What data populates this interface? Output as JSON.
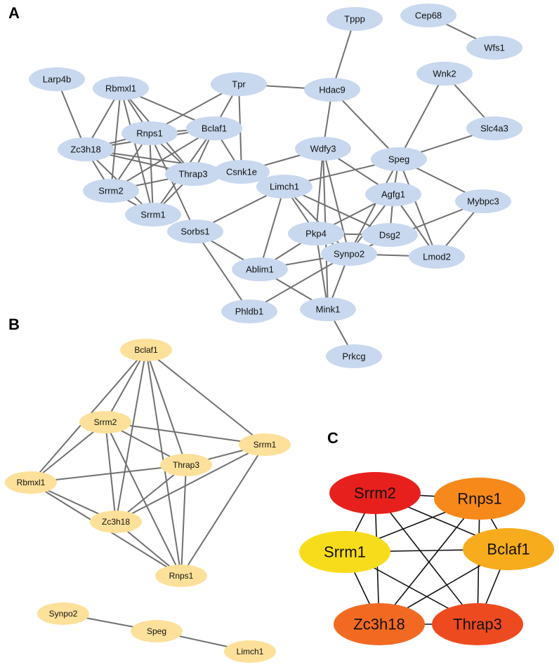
{
  "panels": [
    {
      "id": "A",
      "label": "A",
      "node_color": "#c8d8ee"
    },
    {
      "id": "B",
      "label": "B",
      "node_color": "#fde09a"
    },
    {
      "id": "C",
      "label": "C",
      "node_color": ""
    }
  ],
  "colors": {
    "edge_ab": "#707070",
    "edge_c": "#111111",
    "c_srrm2": "#e8201d",
    "c_rnps1": "#f6891a",
    "c_srrm1": "#f7dc1b",
    "c_bclaf1": "#f6ac1c",
    "c_zc3h18": "#f26a22",
    "c_thrap3": "#ee4a1f"
  },
  "networkA": {
    "nodes": [
      {
        "id": "Tppp",
        "label": "Tppp"
      },
      {
        "id": "Cep68",
        "label": "Cep68"
      },
      {
        "id": "Wfs1",
        "label": "Wfs1"
      },
      {
        "id": "Larp4b",
        "label": "Larp4b"
      },
      {
        "id": "Rbmxl1",
        "label": "Rbmxl1"
      },
      {
        "id": "Tpr",
        "label": "Tpr"
      },
      {
        "id": "Hdac9",
        "label": "Hdac9"
      },
      {
        "id": "Wnk2",
        "label": "Wnk2"
      },
      {
        "id": "Rnps1",
        "label": "Rnps1"
      },
      {
        "id": "Bclaf1",
        "label": "Bclaf1"
      },
      {
        "id": "Slc4a3",
        "label": "Slc4a3"
      },
      {
        "id": "Zc3h18",
        "label": "Zc3h18"
      },
      {
        "id": "Wdfy3",
        "label": "Wdfy3"
      },
      {
        "id": "Speg",
        "label": "Speg"
      },
      {
        "id": "Thrap3",
        "label": "Thrap3"
      },
      {
        "id": "Csnk1e",
        "label": "Csnk1e"
      },
      {
        "id": "Srrm2",
        "label": "Srrm2"
      },
      {
        "id": "Limch1",
        "label": "Limch1"
      },
      {
        "id": "Agfg1",
        "label": "Agfg1"
      },
      {
        "id": "Mybpc3",
        "label": "Mybpc3"
      },
      {
        "id": "Srrm1",
        "label": "Srrm1"
      },
      {
        "id": "Sorbs1",
        "label": "Sorbs1"
      },
      {
        "id": "Pkp4",
        "label": "Pkp4"
      },
      {
        "id": "Dsg2",
        "label": "Dsg2"
      },
      {
        "id": "Synpo2",
        "label": "Synpo2"
      },
      {
        "id": "Lmod2",
        "label": "Lmod2"
      },
      {
        "id": "Ablim1",
        "label": "Ablim1"
      },
      {
        "id": "Mink1",
        "label": "Mink1"
      },
      {
        "id": "Phldb1",
        "label": "Phldb1"
      },
      {
        "id": "Prkcg",
        "label": "Prkcg"
      }
    ],
    "edges": [
      [
        "Cep68",
        "Wfs1"
      ],
      [
        "Tppp",
        "Hdac9"
      ],
      [
        "Tpr",
        "Hdac9"
      ],
      [
        "Hdac9",
        "Wdfy3"
      ],
      [
        "Hdac9",
        "Speg"
      ],
      [
        "Wnk2",
        "Speg"
      ],
      [
        "Wnk2",
        "Slc4a3"
      ],
      [
        "Slc4a3",
        "Speg"
      ],
      [
        "Larp4b",
        "Zc3h18"
      ],
      [
        "Rbmxl1",
        "Zc3h18"
      ],
      [
        "Rbmxl1",
        "Srrm2"
      ],
      [
        "Rbmxl1",
        "Srrm1"
      ],
      [
        "Rbmxl1",
        "Rnps1"
      ],
      [
        "Rbmxl1",
        "Thrap3"
      ],
      [
        "Rbmxl1",
        "Bclaf1"
      ],
      [
        "Tpr",
        "Rnps1"
      ],
      [
        "Tpr",
        "Csnk1e"
      ],
      [
        "Tpr",
        "Bclaf1"
      ],
      [
        "Rnps1",
        "Zc3h18"
      ],
      [
        "Rnps1",
        "Srrm2"
      ],
      [
        "Rnps1",
        "Srrm1"
      ],
      [
        "Rnps1",
        "Thrap3"
      ],
      [
        "Rnps1",
        "Bclaf1"
      ],
      [
        "Rnps1",
        "Sorbs1"
      ],
      [
        "Bclaf1",
        "Zc3h18"
      ],
      [
        "Bclaf1",
        "Srrm2"
      ],
      [
        "Bclaf1",
        "Srrm1"
      ],
      [
        "Bclaf1",
        "Thrap3"
      ],
      [
        "Bclaf1",
        "Csnk1e"
      ],
      [
        "Zc3h18",
        "Srrm2"
      ],
      [
        "Zc3h18",
        "Srrm1"
      ],
      [
        "Zc3h18",
        "Thrap3"
      ],
      [
        "Zc3h18",
        "Csnk1e"
      ],
      [
        "Srrm2",
        "Srrm1"
      ],
      [
        "Srrm2",
        "Thrap3"
      ],
      [
        "Thrap3",
        "Srrm1"
      ],
      [
        "Csnk1e",
        "Wdfy3"
      ],
      [
        "Csnk1e",
        "Limch1"
      ],
      [
        "Wdfy3",
        "Pkp4"
      ],
      [
        "Wdfy3",
        "Synpo2"
      ],
      [
        "Wdfy3",
        "Mink1"
      ],
      [
        "Wdfy3",
        "Agfg1"
      ],
      [
        "Speg",
        "Limch1"
      ],
      [
        "Speg",
        "Agfg1"
      ],
      [
        "Speg",
        "Mybpc3"
      ],
      [
        "Speg",
        "Lmod2"
      ],
      [
        "Speg",
        "Synpo2"
      ],
      [
        "Limch1",
        "Sorbs1"
      ],
      [
        "Limch1",
        "Pkp4"
      ],
      [
        "Limch1",
        "Dsg2"
      ],
      [
        "Limch1",
        "Ablim1"
      ],
      [
        "Limch1",
        "Synpo2"
      ],
      [
        "Agfg1",
        "Pkp4"
      ],
      [
        "Agfg1",
        "Dsg2"
      ],
      [
        "Agfg1",
        "Lmod2"
      ],
      [
        "Agfg1",
        "Synpo2"
      ],
      [
        "Mybpc3",
        "Synpo2"
      ],
      [
        "Mybpc3",
        "Lmod2"
      ],
      [
        "Sorbs1",
        "Ablim1"
      ],
      [
        "Sorbs1",
        "Phldb1"
      ],
      [
        "Pkp4",
        "Ablim1"
      ],
      [
        "Pkp4",
        "Mink1"
      ],
      [
        "Pkp4",
        "Dsg2"
      ],
      [
        "Pkp4",
        "Synpo2"
      ],
      [
        "Synpo2",
        "Ablim1"
      ],
      [
        "Synpo2",
        "Lmod2"
      ],
      [
        "Synpo2",
        "Phldb1"
      ],
      [
        "Synpo2",
        "Mink1"
      ],
      [
        "Ablim1",
        "Mink1"
      ],
      [
        "Mink1",
        "Prkcg"
      ]
    ]
  },
  "networkB": {
    "nodes": [
      {
        "id": "Bclaf1",
        "label": "Bclaf1"
      },
      {
        "id": "Srrm2",
        "label": "Srrm2"
      },
      {
        "id": "Srrm1",
        "label": "Srrm1"
      },
      {
        "id": "Thrap3",
        "label": "Thrap3"
      },
      {
        "id": "Rbmxl1",
        "label": "Rbmxl1"
      },
      {
        "id": "Zc3h18",
        "label": "Zc3h18"
      },
      {
        "id": "Rnps1",
        "label": "Rnps1"
      },
      {
        "id": "Synpo2",
        "label": "Synpo2"
      },
      {
        "id": "Speg",
        "label": "Speg"
      },
      {
        "id": "Limch1",
        "label": "Limch1"
      }
    ],
    "edges": [
      [
        "Bclaf1",
        "Srrm2"
      ],
      [
        "Bclaf1",
        "Srrm1"
      ],
      [
        "Bclaf1",
        "Thrap3"
      ],
      [
        "Bclaf1",
        "Rbmxl1"
      ],
      [
        "Bclaf1",
        "Zc3h18"
      ],
      [
        "Bclaf1",
        "Rnps1"
      ],
      [
        "Srrm2",
        "Srrm1"
      ],
      [
        "Srrm2",
        "Thrap3"
      ],
      [
        "Srrm2",
        "Rbmxl1"
      ],
      [
        "Srrm2",
        "Zc3h18"
      ],
      [
        "Srrm2",
        "Rnps1"
      ],
      [
        "Srrm1",
        "Thrap3"
      ],
      [
        "Srrm1",
        "Zc3h18"
      ],
      [
        "Srrm1",
        "Rnps1"
      ],
      [
        "Thrap3",
        "Rbmxl1"
      ],
      [
        "Thrap3",
        "Zc3h18"
      ],
      [
        "Thrap3",
        "Rnps1"
      ],
      [
        "Rbmxl1",
        "Zc3h18"
      ],
      [
        "Rbmxl1",
        "Rnps1"
      ],
      [
        "Zc3h18",
        "Rnps1"
      ],
      [
        "Synpo2",
        "Speg"
      ],
      [
        "Speg",
        "Limch1"
      ]
    ]
  },
  "networkC": {
    "nodes": [
      {
        "id": "Srrm2",
        "label": "Srrm2",
        "color": "#e8201d"
      },
      {
        "id": "Rnps1",
        "label": "Rnps1",
        "color": "#f6891a"
      },
      {
        "id": "Srrm1",
        "label": "Srrm1",
        "color": "#f7dc1b"
      },
      {
        "id": "Bclaf1",
        "label": "Bclaf1",
        "color": "#f6ac1c"
      },
      {
        "id": "Zc3h18",
        "label": "Zc3h18",
        "color": "#f26a22"
      },
      {
        "id": "Thrap3",
        "label": "Thrap3",
        "color": "#ee4a1f"
      }
    ],
    "edges": [
      [
        "Srrm2",
        "Rnps1"
      ],
      [
        "Srrm2",
        "Srrm1"
      ],
      [
        "Srrm2",
        "Bclaf1"
      ],
      [
        "Srrm2",
        "Zc3h18"
      ],
      [
        "Srrm2",
        "Thrap3"
      ],
      [
        "Rnps1",
        "Srrm1"
      ],
      [
        "Rnps1",
        "Bclaf1"
      ],
      [
        "Rnps1",
        "Zc3h18"
      ],
      [
        "Rnps1",
        "Thrap3"
      ],
      [
        "Srrm1",
        "Bclaf1"
      ],
      [
        "Srrm1",
        "Zc3h18"
      ],
      [
        "Srrm1",
        "Thrap3"
      ],
      [
        "Bclaf1",
        "Zc3h18"
      ],
      [
        "Bclaf1",
        "Thrap3"
      ],
      [
        "Zc3h18",
        "Thrap3"
      ]
    ]
  }
}
